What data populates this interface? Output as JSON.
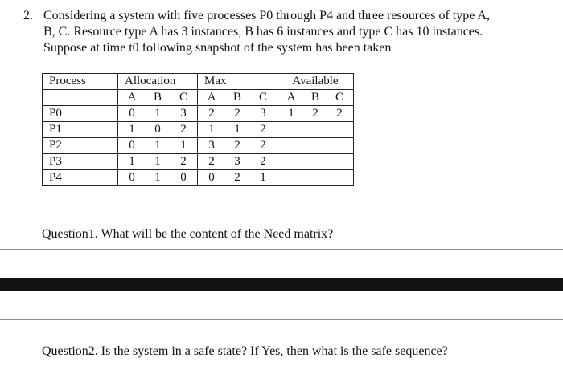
{
  "problem": {
    "number": "2.",
    "lines": [
      "Considering a system with five processes P0 through P4 and three resources of type A,",
      "B, C. Resource type A has 3 instances, B has 6 instances and type C has 10 instances.",
      "Suppose at time t0 following snapshot of the system has been taken"
    ]
  },
  "table": {
    "headers": {
      "process": "Process",
      "allocation": "Allocation",
      "max": "Max",
      "available": "Available"
    },
    "subheaders": [
      "A",
      "B",
      "C"
    ],
    "rows": [
      {
        "process": "P0",
        "allocation": [
          "0",
          "1",
          "3"
        ],
        "max": [
          "2",
          "2",
          "3"
        ],
        "available": [
          "1",
          "2",
          "2"
        ]
      },
      {
        "process": "P1",
        "allocation": [
          "1",
          "0",
          "2"
        ],
        "max": [
          "1",
          "1",
          "2"
        ]
      },
      {
        "process": "P2",
        "allocation": [
          "0",
          "1",
          "1"
        ],
        "max": [
          "3",
          "2",
          "2"
        ]
      },
      {
        "process": "P3",
        "allocation": [
          "1",
          "1",
          "2"
        ],
        "max": [
          "2",
          "3",
          "2"
        ]
      },
      {
        "process": "P4",
        "allocation": [
          "0",
          "1",
          "0"
        ],
        "max": [
          "0",
          "2",
          "1"
        ]
      }
    ]
  },
  "questions": {
    "q1": "Question1. What will be the content of the Need matrix?",
    "q2": "Question2.  Is the system in a safe state? If Yes, then what is the safe sequence?"
  }
}
